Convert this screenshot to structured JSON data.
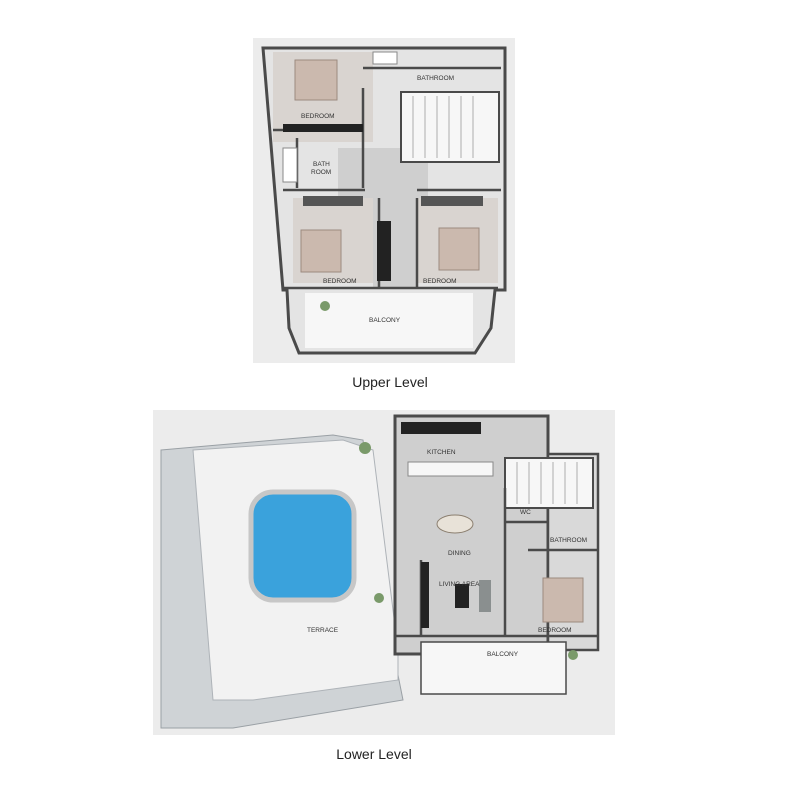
{
  "captions": {
    "upper": "Upper Level",
    "lower": "Lower Level"
  },
  "upper_rooms": {
    "bedroom_top": "BEDROOM",
    "bathroom_top": "BATHROOM",
    "bath_room_line1": "BATH",
    "bath_room_line2": "ROOM",
    "bedroom_left": "BEDROOM",
    "bedroom_right": "BEDROOM",
    "balcony": "BALCONY"
  },
  "lower_rooms": {
    "kitchen": "KITCHEN",
    "wc": "WC",
    "bathroom": "BATHROOM",
    "dining": "DINING",
    "living_area": "LIVING AREA",
    "bedroom": "BEDROOM",
    "terrace": "TERRACE",
    "balcony": "BALCONY"
  },
  "colors": {
    "wall": "#4a4a4a",
    "floor": "#cfcfcf",
    "terrace": "#f2f2f2",
    "pool": "#3aa2dc",
    "bed": "#cbb9ae"
  }
}
